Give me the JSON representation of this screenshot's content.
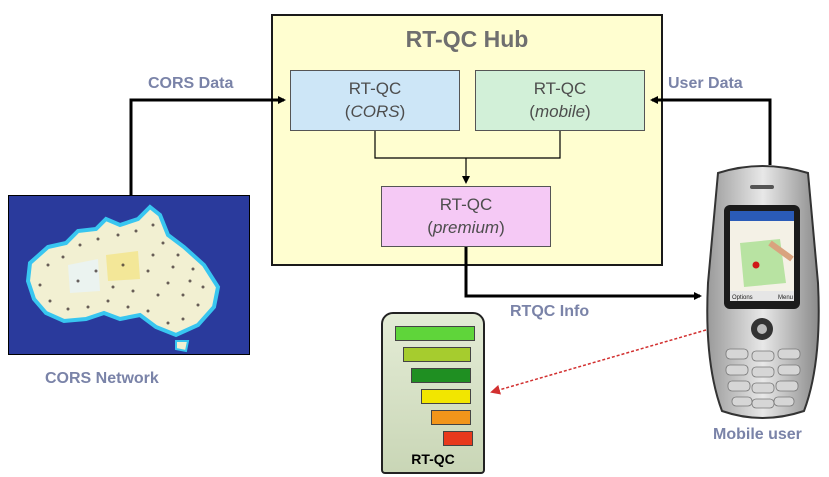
{
  "hub": {
    "title": "RT-QC Hub"
  },
  "nodes": {
    "cors": {
      "title": "RT-QC",
      "sub": "CORS",
      "fill": "#cde6f7"
    },
    "mobile": {
      "title": "RT-QC",
      "sub": "mobile",
      "fill": "#d2f0d8"
    },
    "premium": {
      "title": "RT-QC",
      "sub": "premium",
      "fill": "#f5c9f5"
    }
  },
  "edges": {
    "cors_data": "CORS Data",
    "user_data": "User Data",
    "rtqc_info": "RTQC Info"
  },
  "sources": {
    "cors_network": "CORS Network",
    "mobile_user": "Mobile user"
  },
  "indicator": {
    "label": "RT-QC",
    "levels": [
      "#5fd53a",
      "#a6cc2e",
      "#1f8f22",
      "#f2e600",
      "#f2951a",
      "#e8391c"
    ]
  },
  "phone_screen": {
    "left_softkey": "Options",
    "right_softkey": "Menu"
  }
}
